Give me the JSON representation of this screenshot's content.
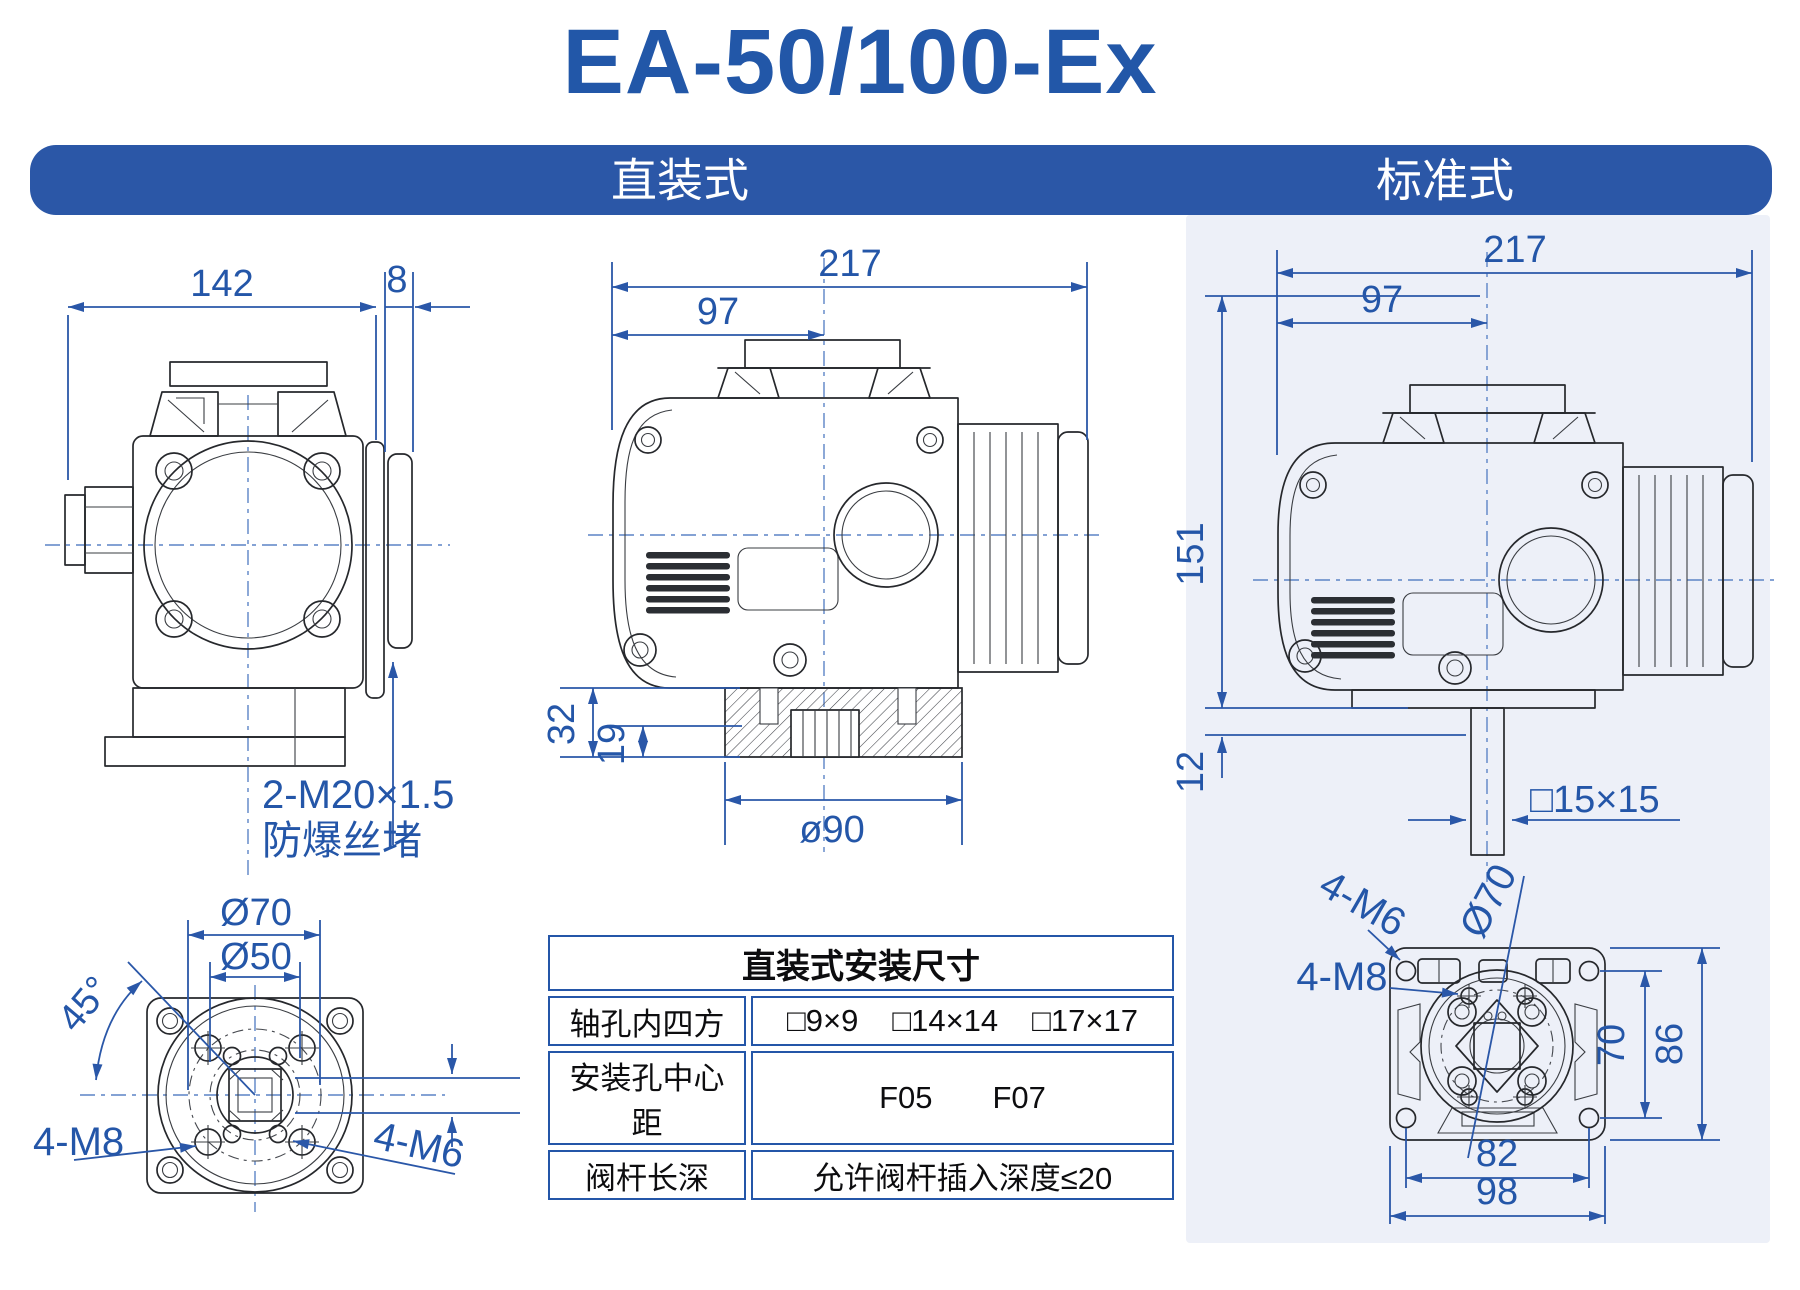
{
  "title": "EA-50/100-Ex",
  "tabs": {
    "direct": "直装式",
    "standard": "标准式"
  },
  "direct_front": {
    "width": "142",
    "side_gap": "8",
    "plug_line1": "2-M20×1.5",
    "plug_line2": "防爆丝堵"
  },
  "direct_side": {
    "total_width": "217",
    "to_center": "97",
    "flange_h": "32",
    "spigot_h": "19",
    "flange_d": "ø90"
  },
  "direct_bottom": {
    "bolt_circle": "Ø70",
    "spigot_circle": "Ø50",
    "angle": "45°",
    "outer_thread": "4-M8",
    "inner_thread": "4-M6"
  },
  "table": {
    "title": "直装式安装尺寸",
    "r1_label": "轴孔内四方",
    "r1_v1": "□9×9",
    "r1_v2": "□14×14",
    "r1_v3": "□17×17",
    "r2_label": "安装孔中心距",
    "r2_v1": "F05",
    "r2_v2": "F07",
    "r3_label": "阀杆长深",
    "r3_value": "允许阀杆插入深度≤20"
  },
  "std_side": {
    "total_width": "217",
    "to_center": "97",
    "height": "151",
    "base_h": "12",
    "stem": "□15×15"
  },
  "std_bottom": {
    "corner_thread": "4-M6",
    "inner_thread": "4-M8",
    "circle": "Ø70",
    "hole_v": "70",
    "outer_v": "86",
    "hole_h": "82",
    "outer_h": "98"
  }
}
